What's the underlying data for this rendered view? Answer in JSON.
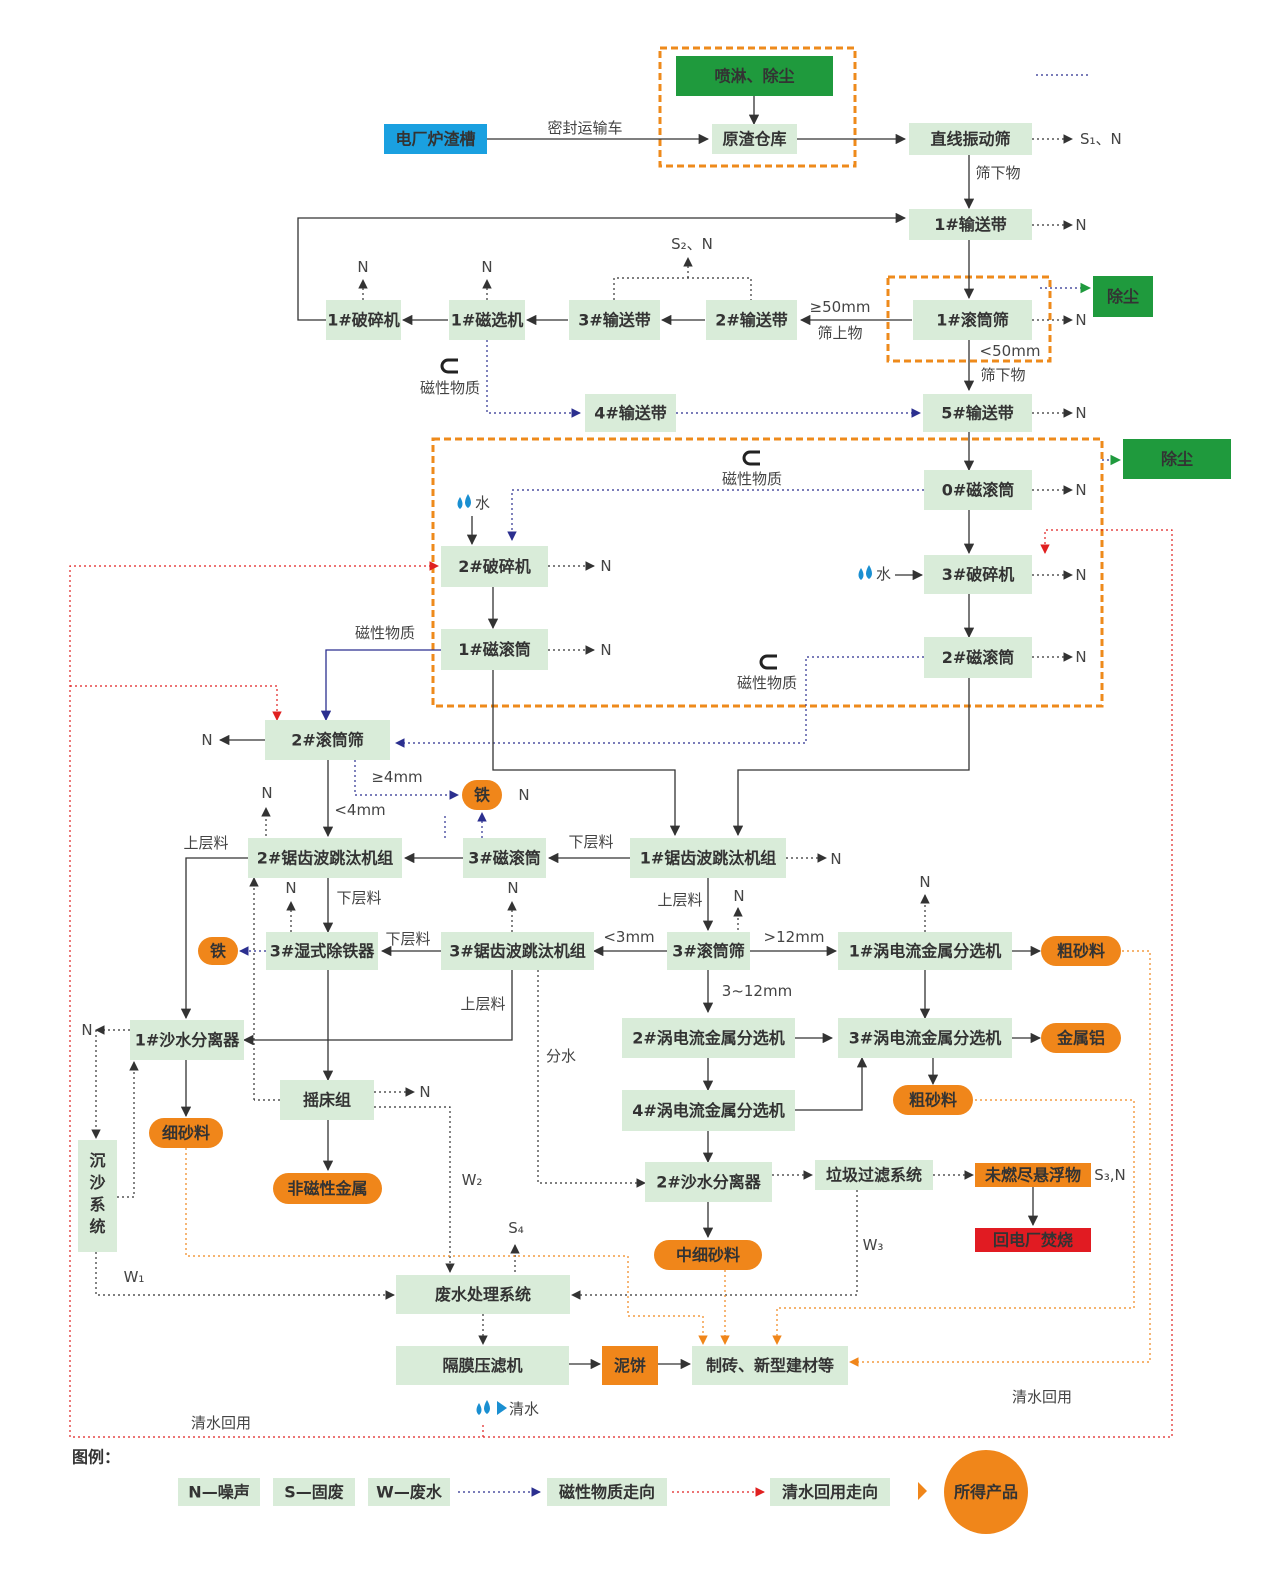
{
  "nodes": {
    "spray": "喷淋、除尘",
    "source": "电厂炉渣槽",
    "raw": "原渣仓库",
    "screen_line": "直线振动筛",
    "belt1": "1#输送带",
    "drum1": "1#滚筒筛",
    "dust1": "除尘",
    "belt2": "2#输送带",
    "belt3": "3#输送带",
    "mag1": "1#磁选机",
    "crush1": "1#破碎机",
    "belt4": "4#输送带",
    "belt5": "5#输送带",
    "dust2": "除尘",
    "mdrum0": "0#磁滚筒",
    "crush2": "2#破碎机",
    "crush3": "3#破碎机",
    "mdrum1": "1#磁滚筒",
    "mdrum2": "2#磁滚筒",
    "drum2": "2#滚筒筛",
    "iron1": "铁",
    "jig2": "2#锯齿波跳汰机组",
    "mdrum3": "3#磁滚筒",
    "jig1": "1#锯齿波跳汰机组",
    "wet_iron": "3#湿式除铁器",
    "iron2": "铁",
    "jig3": "3#锯齿波跳汰机组",
    "drum3": "3#滚筒筛",
    "eddy1": "1#涡电流金属分选机",
    "coarse1": "粗砂料",
    "sand1": "1#沙水分离器",
    "eddy2": "2#涡电流金属分选机",
    "eddy3": "3#涡电流金属分选机",
    "alu": "金属铝",
    "shaker": "摇床组",
    "eddy4": "4#涡电流金属分选机",
    "coarse2": "粗砂料",
    "settle": "沉沙系统",
    "fine": "细砂料",
    "nonmag": "非磁性金属",
    "sand2": "2#沙水分离器",
    "garbage": "垃圾过滤系统",
    "floats": "未燃尽悬浮物",
    "incin": "回电厂焚烧",
    "midfine": "中细砂料",
    "wastewater": "废水处理系统",
    "press": "隔膜压滤机",
    "mud": "泥饼",
    "brick": "制砖、新型建材等"
  },
  "labels": {
    "truck": "密封运输车",
    "s1n": "S₁、N",
    "undersize1": "筛下物",
    "s2n": "S₂、N",
    "ge50": "≥50mm",
    "oversize": "筛上物",
    "lt50": "<50mm",
    "undersize2": "筛下物",
    "magmat1": "磁性物质",
    "magmat2": "磁性物质",
    "water1": "水",
    "water2": "水",
    "magmat3": "磁性物质",
    "magmat4": "磁性物质",
    "ge4": "≥4mm",
    "lt4": "<4mm",
    "upper1": "上层料",
    "lower1": "下层料",
    "lower2": "下层料",
    "upper2": "上层料",
    "lower3": "下层料",
    "lt3": "<3mm",
    "gt12": ">12mm",
    "r312": "3~12mm",
    "upper3": "上层料",
    "splitwater": "分水",
    "w1": "W₁",
    "w2": "W₂",
    "w3": "W₃",
    "s4": "S₄",
    "s3n": "S₃,N",
    "clean": "清水",
    "reuse1": "清水回用",
    "reuse2": "清水回用",
    "n": "N"
  },
  "legend": {
    "title": "图例：",
    "noise": "N—噪声",
    "solid": "S—固废",
    "waste": "W—废水",
    "mag_flow": "磁性物质走向",
    "water_flow": "清水回用走向",
    "product": "所得产品"
  },
  "colors": {
    "box_green": "#d9ecd9",
    "dark_green": "#1f9a3d",
    "blue": "#1aa0e0",
    "orange": "#f0861a",
    "red": "#e11b22",
    "dashed_orange": "#ee8a1b",
    "water_blue": "#1a8fd1",
    "mag_arrow": "#2b2f8f",
    "water_arrow": "#e02020"
  }
}
